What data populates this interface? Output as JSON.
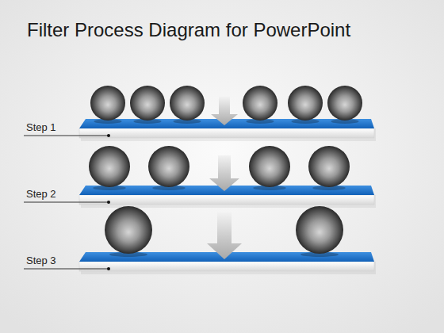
{
  "diagram": {
    "title": "Filter Process Diagram for PowerPoint",
    "labels": [
      "Step 1",
      "Step 2",
      "Step 3"
    ]
  }
}
